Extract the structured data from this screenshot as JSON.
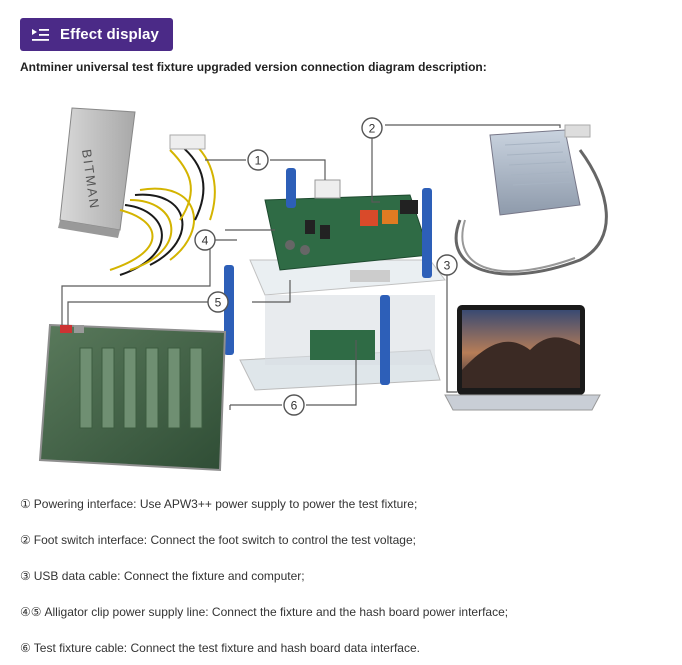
{
  "header": {
    "badge_icon": "list-play-icon",
    "badge_title": "Effect display",
    "subtitle": "Antminer universal test fixture upgraded version connection diagram description:"
  },
  "diagram": {
    "psu_brand": "BITMAN",
    "callouts": [
      "1",
      "2",
      "3",
      "4",
      "5",
      "6"
    ]
  },
  "descriptions": [
    {
      "num": "①",
      "text": "Powering interface: Use APW3++ power supply to power the test fixture;"
    },
    {
      "num": "②",
      "text": "Foot switch interface: Connect the foot switch to control the test voltage;"
    },
    {
      "num": "③",
      "text": "USB data cable: Connect the fixture and computer;"
    },
    {
      "num": "④⑤",
      "text": "Alligator clip power supply line: Connect the fixture and the hash board power interface;"
    },
    {
      "num": "⑥",
      "text": "Test fixture cable: Connect the test fixture and hash board data interface."
    }
  ]
}
